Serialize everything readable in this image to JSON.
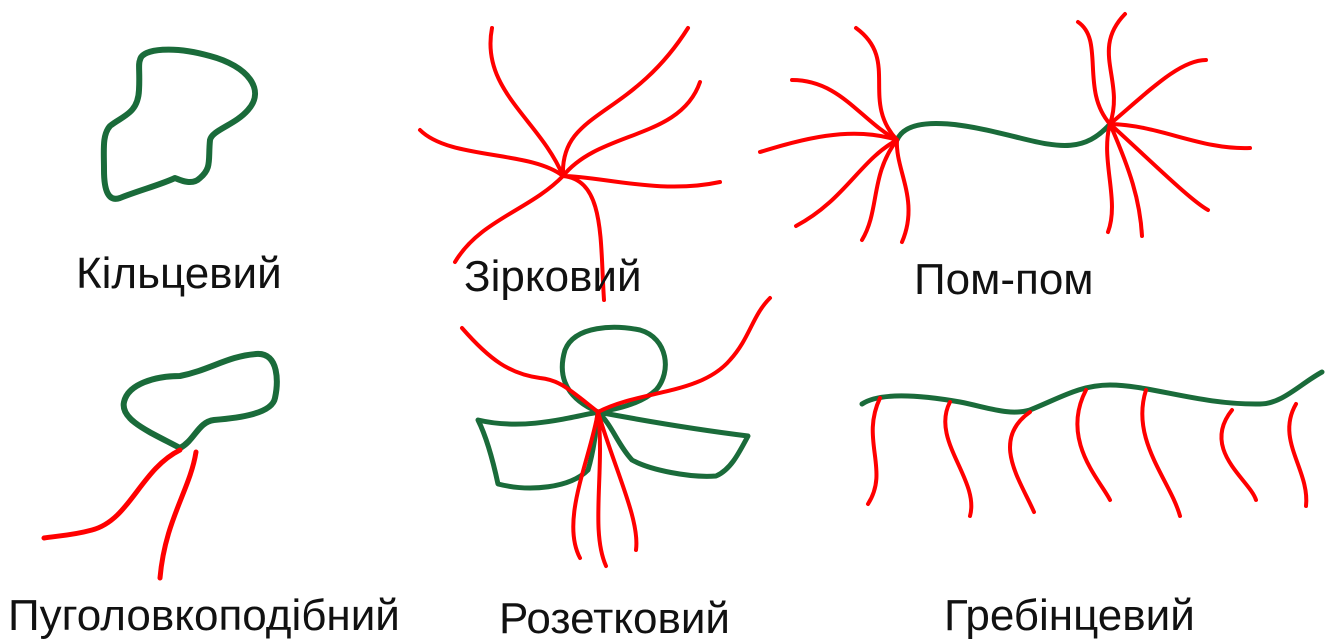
{
  "colors": {
    "body": "#1a6b3a",
    "flagella": "#ff0000",
    "text": "#111111"
  },
  "figures": [
    {
      "id": "ring",
      "label": "Кільцевий"
    },
    {
      "id": "star",
      "label": "Зірковий"
    },
    {
      "id": "pompom",
      "label": "Пом-пом"
    },
    {
      "id": "tadpole",
      "label": "Пуголовкоподібний"
    },
    {
      "id": "rosette",
      "label": "Розетковий"
    },
    {
      "id": "comb",
      "label": "Гребінцевий"
    }
  ]
}
